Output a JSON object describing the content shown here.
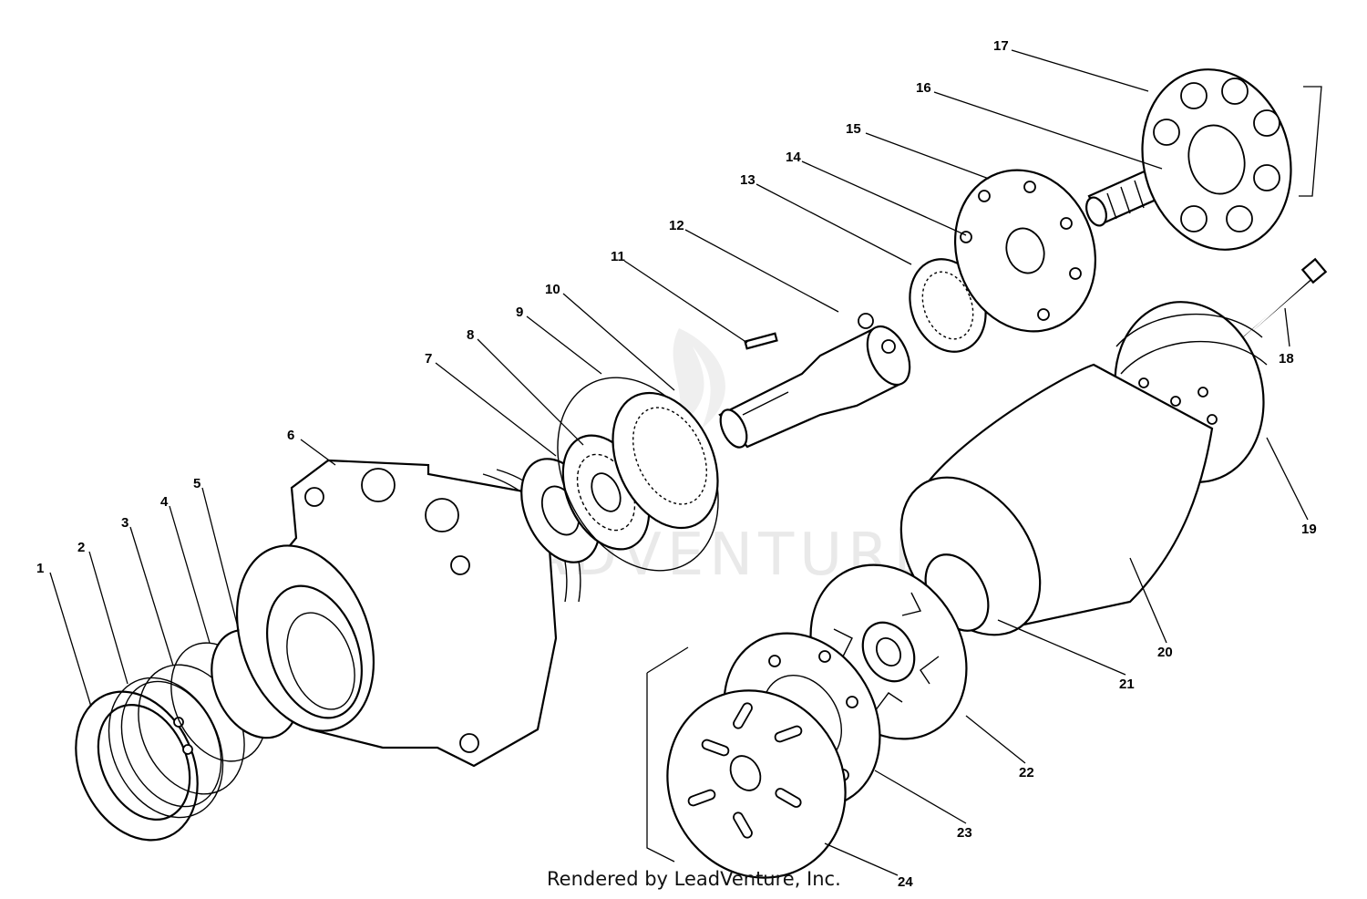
{
  "callouts": [
    "1",
    "2",
    "3",
    "4",
    "5",
    "6",
    "7",
    "8",
    "9",
    "10",
    "11",
    "12",
    "13",
    "14",
    "15",
    "16",
    "17",
    "18",
    "19",
    "20",
    "21",
    "22",
    "23",
    "24"
  ],
  "watermark": "LEADVENTURE",
  "credit": "Rendered by LeadVenture, Inc."
}
